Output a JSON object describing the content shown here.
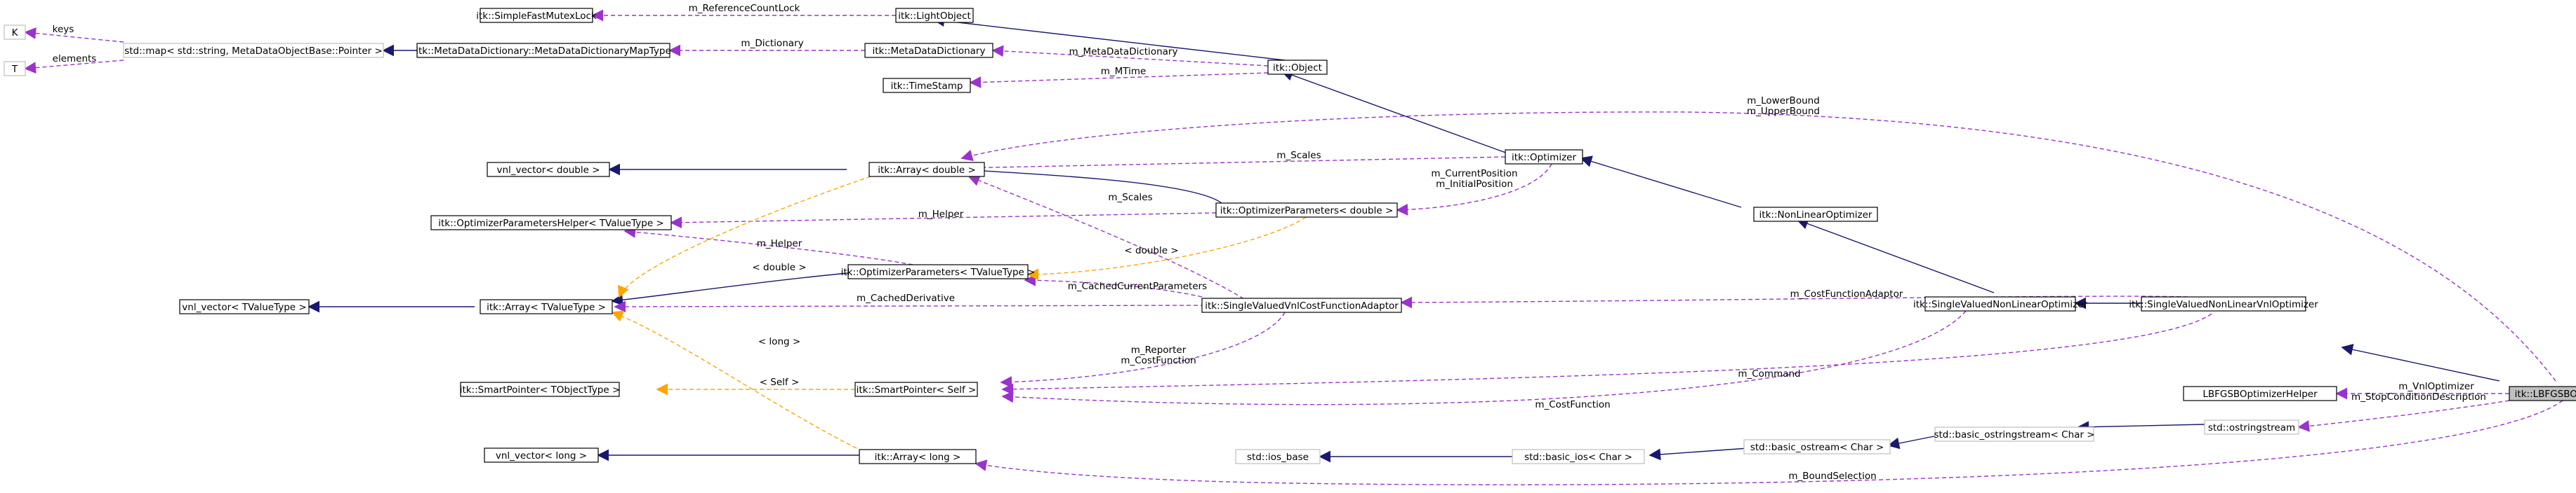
{
  "nodes": {
    "k": "K",
    "t": "T",
    "std_map": "std::map< std::string, MetaDataObjectBase::Pointer >",
    "map_type": "itk::MetaDataDictionary::MetaDataDictionaryMapType",
    "mutex": "itk::SimpleFastMutexLock",
    "light": "itk::LightObject",
    "dict": "itk::MetaDataDictionary",
    "object": "itk::Object",
    "timestamp": "itk::TimeStamp",
    "vnl_double": "vnl_vector< double >",
    "array_double": "itk::Array< double >",
    "optimizer": "itk::Optimizer",
    "helper": "itk::OptimizerParametersHelper< TValueType >",
    "params_double": "itk::OptimizerParameters< double >",
    "nonlinear": "itk::NonLinearOptimizer",
    "params_t": "itk::OptimizerParameters< TValueType >",
    "vnl_t": "vnl_vector< TValueType >",
    "array_t": "itk::Array< TValueType >",
    "adaptor": "itk::SingleValuedVnlCostFunctionAdaptor",
    "svnlo": "itk::SingleValuedNonLinearOptimizer",
    "svnlvo": "itk::SingleValuedNonLinearVnlOptimizer",
    "sp_t": "itk::SmartPointer< TObjectType >",
    "sp_self": "itk::SmartPointer< Self >",
    "lbfgsb_helper": "LBFGSBOptimizerHelper",
    "lbfgsb": "itk::LBFGSBOptimizer",
    "ostringstream": "std::ostringstream",
    "basic_ostringstream": "std::basic_ostringstream< Char >",
    "vnl_long": "vnl_vector< long >",
    "ios_base": "std::ios_base",
    "basic_ios": "std::basic_ios< Char >",
    "basic_ostream": "std::basic_ostream< Char >",
    "array_long": "itk::Array< long >"
  },
  "labels": {
    "keys": "keys",
    "elements": "elements",
    "ref_lock": "m_ReferenceCountLock",
    "dictionary": "m_Dictionary",
    "meta_dict": "m_MetaDataDictionary",
    "mtime": "m_MTime",
    "lower_bound": "m_LowerBound",
    "upper_bound": "m_UpperBound",
    "scales": "m_Scales",
    "current_position": "m_CurrentPosition",
    "initial_position": "m_InitialPosition",
    "helper": "m_Helper",
    "scales2": "m_Scales",
    "helper2": "m_Helper",
    "double1": "< double >",
    "double2": "< double >",
    "cached_current": "m_CachedCurrentParameters",
    "cached_derivative": "m_CachedDerivative",
    "cost_adaptor": "m_CostFunctionAdaptor",
    "long1": "< long >",
    "reporter": "m_Reporter",
    "cost_function": "m_CostFunction",
    "self": "< Self >",
    "command": "m_Command",
    "cost_function2": "m_CostFunction",
    "vnl_optimizer": "m_VnlOptimizer",
    "stop_condition": "m_StopConditionDescription",
    "bound_selection": "m_BoundSelection"
  }
}
